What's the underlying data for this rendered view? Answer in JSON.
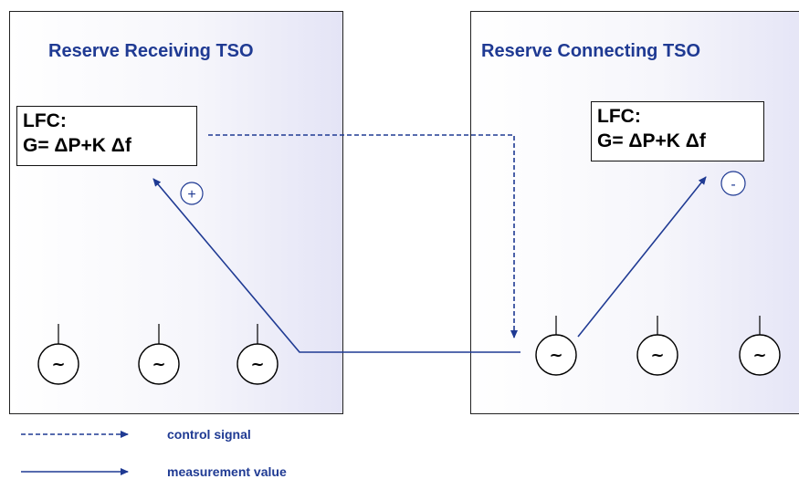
{
  "left_tso": {
    "title": "Reserve Receiving TSO",
    "lfc": {
      "line1": "LFC:",
      "line2": "G= ΔP+K Δf"
    },
    "sign": "+",
    "generator_symbol": "~"
  },
  "right_tso": {
    "title": "Reserve Connecting TSO",
    "lfc": {
      "line1": "LFC:",
      "line2": "G= ΔP+K Δf"
    },
    "sign": "-",
    "generator_symbol": "~"
  },
  "legend": {
    "control_signal": "control signal",
    "measurement_value": "measurement value"
  },
  "colors": {
    "arrow": "#1f3a93",
    "title": "#1f3a93",
    "border": "#222222"
  }
}
